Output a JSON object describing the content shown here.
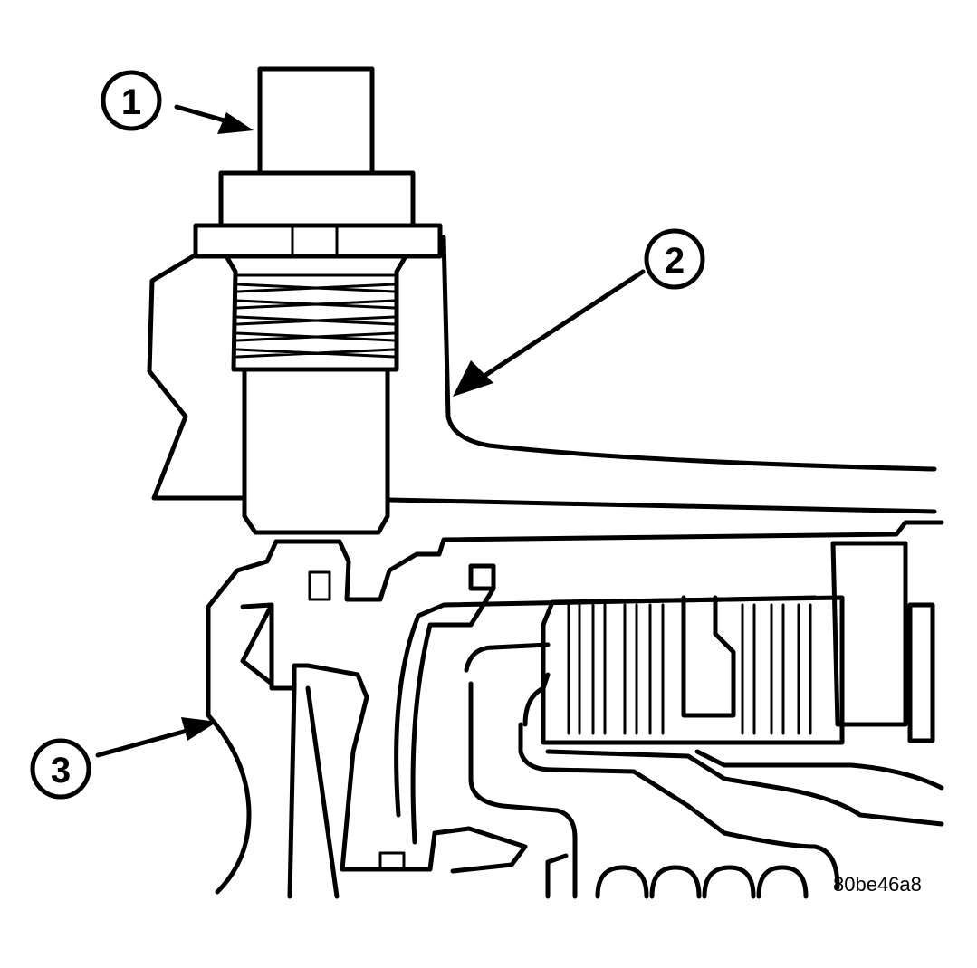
{
  "callouts": [
    {
      "number": "1"
    },
    {
      "number": "2"
    },
    {
      "number": "3"
    }
  ],
  "figure_code": "80be46a8"
}
